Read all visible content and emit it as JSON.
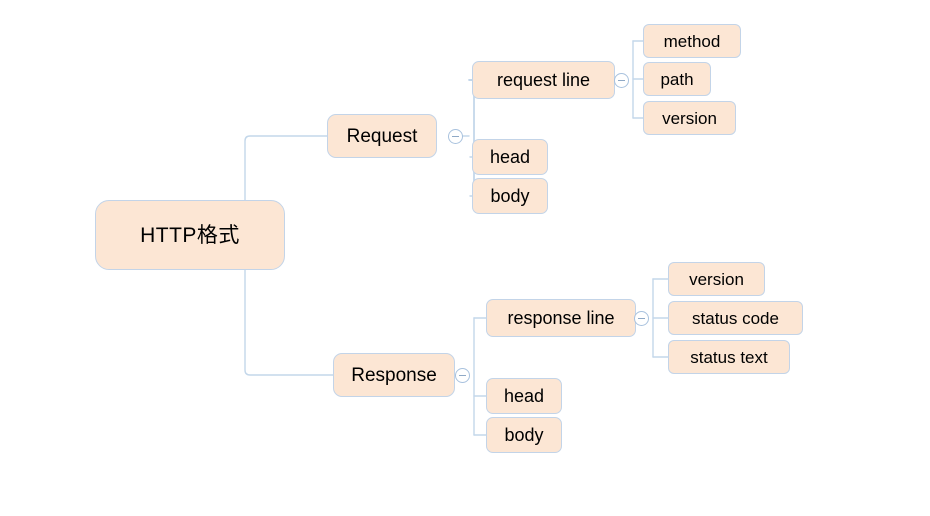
{
  "diagram": {
    "title": "HTTP格式",
    "type": "mind-map",
    "background": "#ffffff",
    "node_fill": "#fce6d4",
    "node_border": "#c3d4e8",
    "connector_color": "#c3d7ea",
    "text_color": "#000000",
    "toggle_icon": "collapse-minus-icon"
  },
  "nodes": {
    "root": {
      "label": "HTTP格式"
    },
    "request": {
      "label": "Request"
    },
    "request_line": {
      "label": "request line"
    },
    "method": {
      "label": "method"
    },
    "path": {
      "label": "path"
    },
    "version": {
      "label": "version"
    },
    "request_head": {
      "label": "head"
    },
    "request_body": {
      "label": "body"
    },
    "response": {
      "label": "Response"
    },
    "response_line": {
      "label": "response line"
    },
    "response_version": {
      "label": "version"
    },
    "status_code": {
      "label": "status code"
    },
    "status_text": {
      "label": "status text"
    },
    "response_head": {
      "label": "head"
    },
    "response_body": {
      "label": "body"
    }
  }
}
